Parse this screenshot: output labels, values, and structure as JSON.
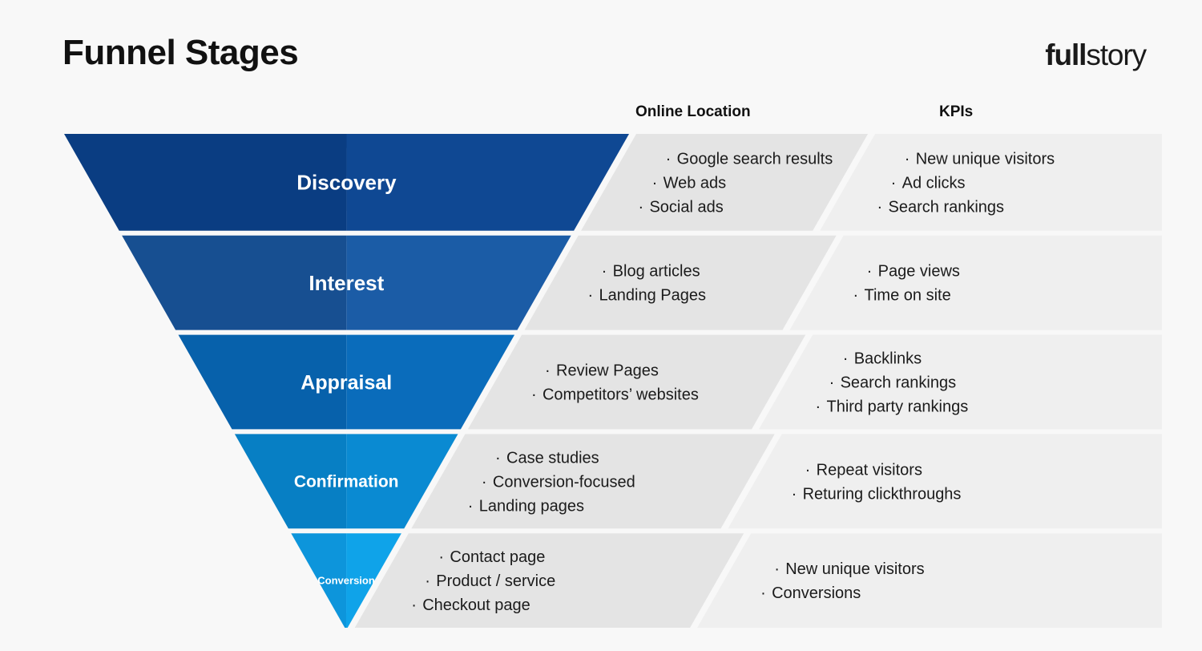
{
  "header": {
    "title": "Funnel Stages",
    "logo": "fullstory",
    "logo_bold_part": "full",
    "logo_light_part": "story"
  },
  "columns": [
    {
      "key": "online_location",
      "label": "Online Location"
    },
    {
      "key": "kpis",
      "label": "KPIs"
    }
  ],
  "chart_data": {
    "type": "funnel",
    "title": "Funnel Stages",
    "stage_count": 5,
    "columns": [
      "Online Location",
      "KPIs"
    ],
    "stages": [
      {
        "name": "Discovery",
        "color": "#0a3d82",
        "color_light": "#0f4893",
        "online_location": [
          "Google search results",
          "Web ads",
          "Social ads"
        ],
        "kpis": [
          "New unique visitors",
          "Ad clicks",
          "Search rankings"
        ]
      },
      {
        "name": "Interest",
        "color": "#174f91",
        "color_light": "#1b5ca6",
        "online_location": [
          "Blog articles",
          "Landing Pages"
        ],
        "kpis": [
          "Page views",
          "Time on site"
        ]
      },
      {
        "name": "Appraisal",
        "color": "#0761ab",
        "color_light": "#0a6cbb",
        "online_location": [
          "Review Pages",
          "Competitors’ websites"
        ],
        "kpis": [
          "Backlinks",
          "Search rankings",
          "Third party rankings"
        ]
      },
      {
        "name": "Confirmation",
        "color": "#077fc4",
        "color_light": "#0a8ad2",
        "online_location": [
          "Case studies",
          "Conversion-focused",
          "Landing pages"
        ],
        "kpis": [
          "Repeat visitors",
          "Returing clickthroughs"
        ]
      },
      {
        "name": "Conversion",
        "color": "#0d95db",
        "color_light": "#0fa3e9",
        "online_location": [
          "Contact page",
          "Product / service",
          "Checkout page"
        ],
        "kpis": [
          "New unique visitors",
          "Conversions"
        ]
      }
    ],
    "panel_fill_left": "#e4e4e4",
    "panel_fill_right": "#efefef",
    "background": "#f8f8f8"
  }
}
